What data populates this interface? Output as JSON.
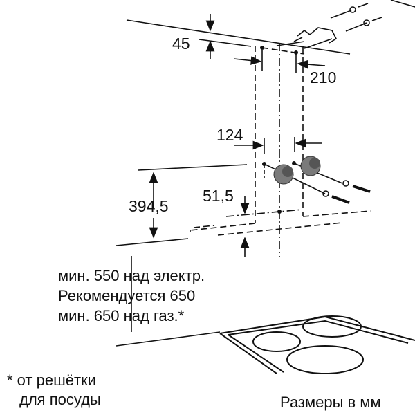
{
  "dimensions": {
    "d45": "45",
    "d210": "210",
    "d124": "124",
    "d394": "394,5",
    "d51": "51,5"
  },
  "notes": {
    "line1": "мин. 550 над электр.",
    "line2": "Рекомендуется 650",
    "line3": "мин. 650 над газ.*",
    "footnote1": "* от решётки",
    "footnote2": "для посуды",
    "units": "Размеры в мм"
  },
  "colors": {
    "line": "#111111",
    "knob": "#7a7a7a"
  }
}
